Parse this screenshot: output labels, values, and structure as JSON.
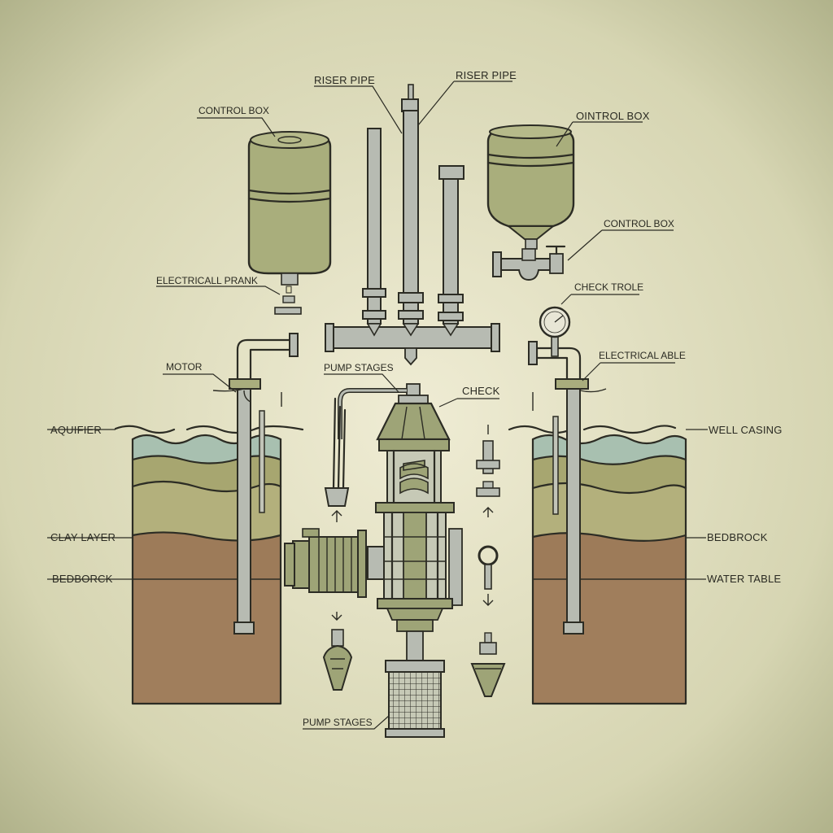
{
  "labels": {
    "riser_pipe_left": "RISER PIPE",
    "riser_pipe_right": "RISER PIPE",
    "control_box_top_left": "CONTROL BOX",
    "control_box_top_right": "OINTROL BOX",
    "control_box_mid_right": "CONTROL BOX",
    "electrical_prank": "ELECTRICALL PRANK",
    "check_trole": "CHECK TROLE",
    "motor": "MOTOR",
    "pump_stages_top": "PUMP STAGES",
    "check": "CHECK",
    "electrical_able": "ELECTRICAL ABLE",
    "aquifier": "AQUIFIER",
    "well_casing": "WELL CASING",
    "clay_layer": "CLAY LAYER",
    "bedbrock": "BEDBROCK",
    "bedborck": "BEDBORCK",
    "water_table": "WATER TABLE",
    "pump_stages_bottom": "PUMP STAGES"
  },
  "colors": {
    "background_center": "#ece9cf",
    "background_edge": "#b3b48c",
    "tank": "#a8ad7c",
    "pipe": "#b4b8ae",
    "pump_body": "#9ea477",
    "water": "#a9c1b3",
    "soil_olive": "#a3a46e",
    "soil_light": "#b9b585",
    "clay": "#9b7a58",
    "bedrock": "#9e7c5b",
    "ink": "#2c2c24"
  }
}
